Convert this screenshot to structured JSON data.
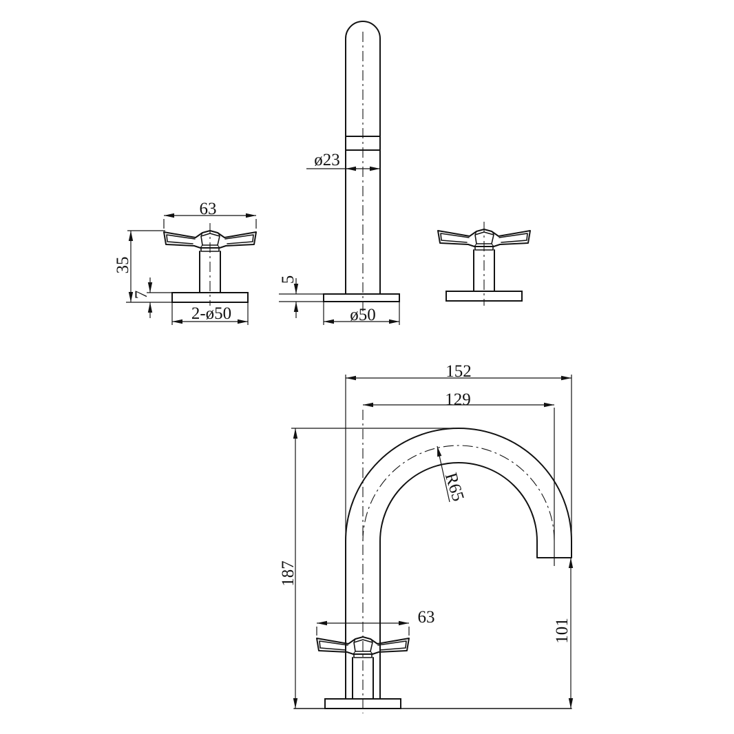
{
  "drawing": {
    "subject": "3-hole basin tap technical drawing: two cross handles, gooseneck spout, dimensioned views",
    "colors": {
      "line": "#121212",
      "background": "#ffffff"
    },
    "dims": {
      "handle_width": "63",
      "handle_height": "35",
      "handle_base_thickness": "7",
      "handle_base_diameter": "2-ø50",
      "spout_tube_diameter": "ø23",
      "spout_base_thickness": "5",
      "spout_base_diameter": "ø50",
      "overall_projection": "152",
      "spout_center_projection": "129",
      "spout_bend_radius": "R65",
      "overall_height": "187",
      "front_handle_width": "63",
      "spout_outlet_height": "101"
    }
  }
}
